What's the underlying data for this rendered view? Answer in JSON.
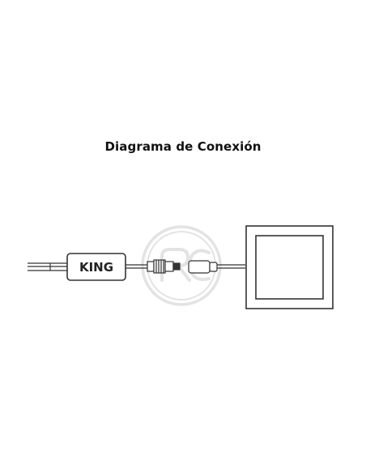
{
  "title": "Diagrama de Conexión",
  "driver": {
    "brand_label": "KING"
  },
  "watermark": {
    "icon": "rc-logo-watermark",
    "color": "#e3e3e3"
  },
  "colors": {
    "stroke": "#333333",
    "background": "#ffffff"
  }
}
